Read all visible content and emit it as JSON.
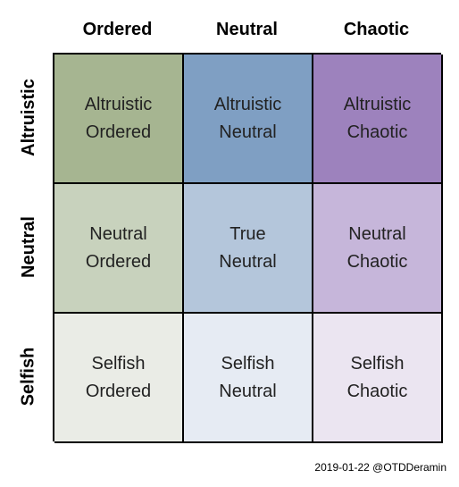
{
  "columns": [
    "Ordered",
    "Neutral",
    "Chaotic"
  ],
  "rows": [
    "Altruistic",
    "Neutral",
    "Selfish"
  ],
  "cells": [
    [
      {
        "line1": "Altruistic",
        "line2": "Ordered",
        "color": "#a6b591"
      },
      {
        "line1": "Altruistic",
        "line2": "Neutral",
        "color": "#7f9fc3"
      },
      {
        "line1": "Altruistic",
        "line2": "Chaotic",
        "color": "#9d82bd"
      }
    ],
    [
      {
        "line1": "Neutral",
        "line2": "Ordered",
        "color": "#c8d2bd"
      },
      {
        "line1": "True",
        "line2": "Neutral",
        "color": "#b4c6db"
      },
      {
        "line1": "Neutral",
        "line2": "Chaotic",
        "color": "#c6b6da"
      }
    ],
    [
      {
        "line1": "Selfish",
        "line2": "Ordered",
        "color": "#eaece6"
      },
      {
        "line1": "Selfish",
        "line2": "Neutral",
        "color": "#e6ebf3"
      },
      {
        "line1": "Selfish",
        "line2": "Chaotic",
        "color": "#ebe5f1"
      }
    ]
  ],
  "credit": "2019-01-22 @OTDDeramin"
}
